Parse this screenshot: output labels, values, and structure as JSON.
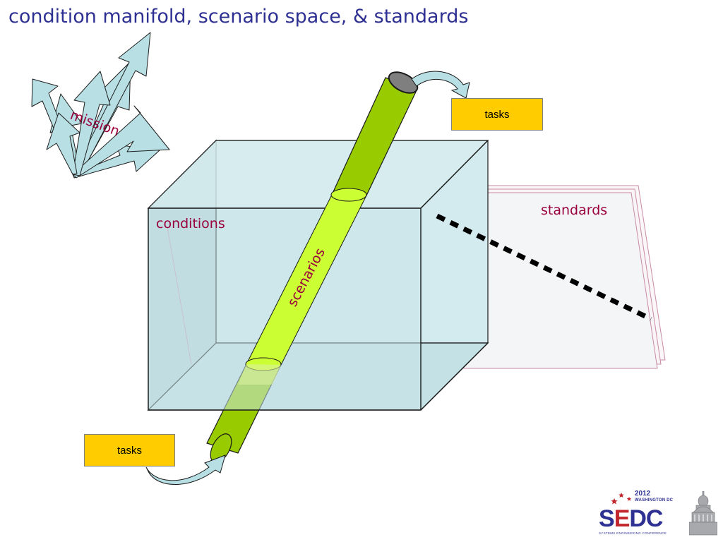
{
  "slide": {
    "title": "condition manifold, scenario space, & standards"
  },
  "diagram": {
    "mission_label": "mission",
    "conditions_label": "conditions",
    "scenarios_label": "scenarios",
    "standards_label": "standards",
    "task_top_label": "tasks",
    "task_bottom_label": "tasks"
  },
  "logo": {
    "year": "2012",
    "city": "WASHINGTON DC",
    "word_a": "S",
    "word_b": "E",
    "word_c": "DC",
    "subtitle": "SYSTEMS ENGINEERING CONFERENCE"
  },
  "colors": {
    "title": "#2e3192",
    "label": "#99003d",
    "task_fill": "#ffcc00",
    "box_fill": "#c8e4e8",
    "tube_green": "#99cc00",
    "tube_light": "#ccff33",
    "arrow_fill": "#b7dfe4"
  }
}
